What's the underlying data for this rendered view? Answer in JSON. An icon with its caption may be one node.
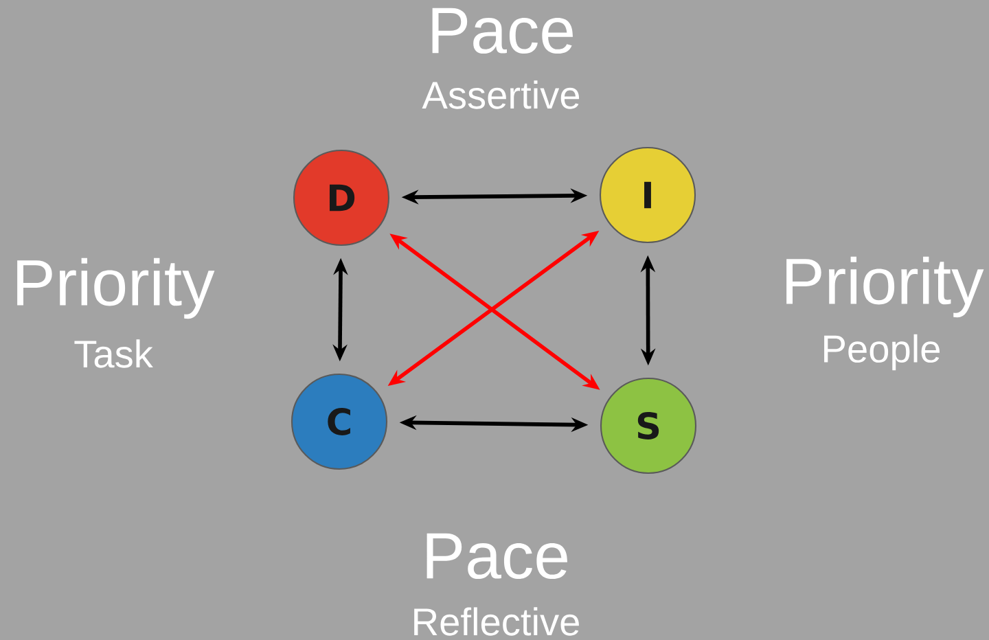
{
  "diagram": {
    "nodes": [
      {
        "text": [
          "D"
        ]
      },
      {
        "text": [
          "I"
        ]
      },
      {
        "text": [
          "C"
        ]
      },
      {
        "text": [
          "S"
        ]
      }
    ],
    "edges": [
      {
        "from": 0,
        "to": 1,
        "arrow": "both"
      },
      {
        "from": 0,
        "to": 2,
        "arrow": "both"
      },
      {
        "from": 1,
        "to": 3,
        "arrow": "both"
      },
      {
        "from": 2,
        "to": 3,
        "arrow": "both"
      },
      {
        "from": 0,
        "to": 3,
        "arrow": "both",
        "color": "#ff0000"
      },
      {
        "from": 1,
        "to": 2,
        "arrow": "both",
        "color": "#ff0000"
      }
    ],
    "labels": [
      "Pace",
      "Assertive",
      "Priority",
      "Task",
      "Priority",
      "People",
      "Pace",
      "Reflective"
    ]
  }
}
